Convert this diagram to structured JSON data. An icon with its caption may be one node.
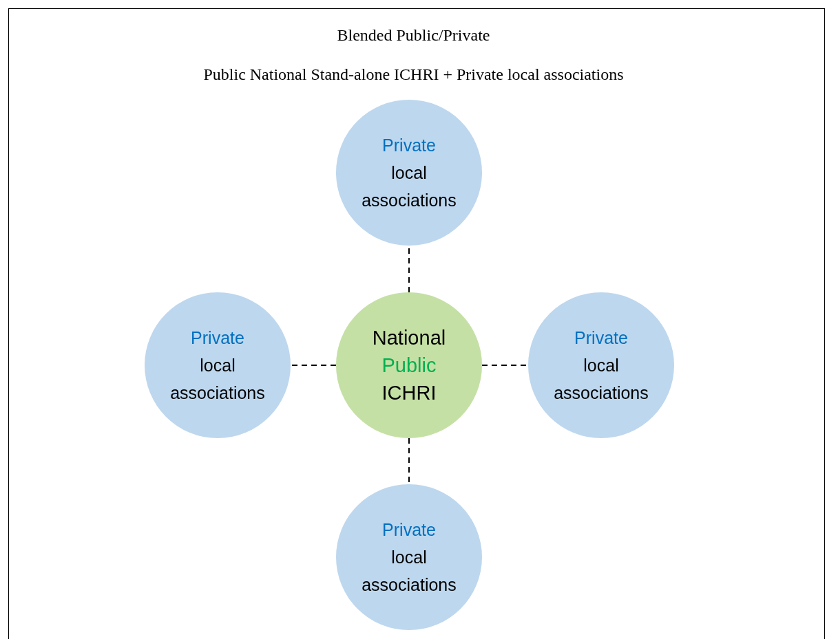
{
  "diagram": {
    "title": "Blended Public/Private",
    "nodes": [
      {
        "text": [
          "Private",
          "local associations"
        ]
      },
      {
        "text": [
          "Private",
          "local associations"
        ]
      },
      {
        "text": [
          "National",
          "Public",
          "ICHRI"
        ]
      },
      {
        "text": [
          "Private",
          "local associations"
        ]
      },
      {
        "text": [
          "Private",
          "local associations"
        ]
      }
    ],
    "edges": [
      {
        "from": 2,
        "to": 0,
        "arrow": "none",
        "style": "dashed"
      },
      {
        "from": 2,
        "to": 1,
        "arrow": "none",
        "style": "dashed"
      },
      {
        "from": 2,
        "to": 3,
        "arrow": "none",
        "style": "dashed"
      },
      {
        "from": 2,
        "to": 4,
        "arrow": "none",
        "style": "dashed"
      }
    ],
    "labels": [
      "Public National Stand-alone ICHRI + Private local associations"
    ]
  }
}
